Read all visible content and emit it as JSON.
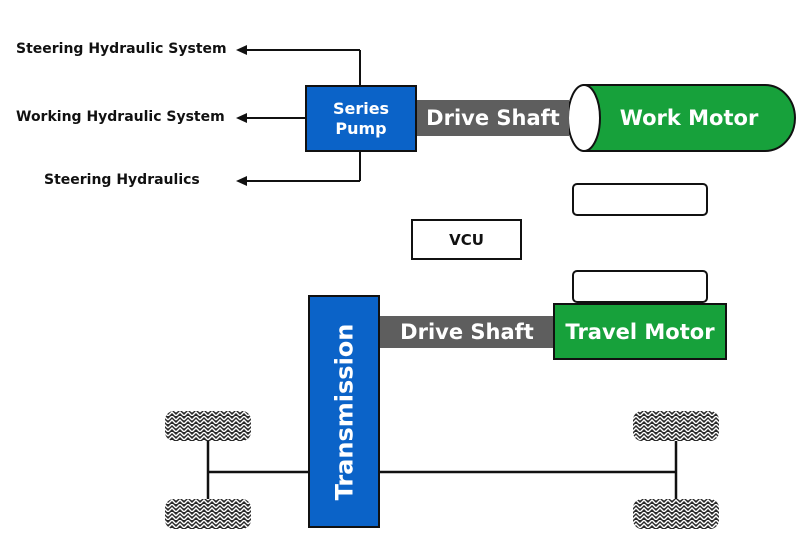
{
  "labels": {
    "steering_hydraulic_system": "Steering Hydraulic System",
    "working_hydraulic_system": "Working Hydraulic System",
    "steering_hydraulics": "Steering Hydraulics"
  },
  "series_pump": {
    "line1": "Series",
    "line2": "Pump"
  },
  "drive_shaft_top": "Drive Shaft",
  "work_motor": "Work Motor",
  "vcu": "VCU",
  "drive_shaft_bottom": "Drive Shaft",
  "travel_motor": "Travel Motor",
  "transmission": "Transmission",
  "colors": {
    "pump_blue": "#0b63c8",
    "motor_green": "#17a13b",
    "shaft_gray": "#5e5e5e"
  }
}
